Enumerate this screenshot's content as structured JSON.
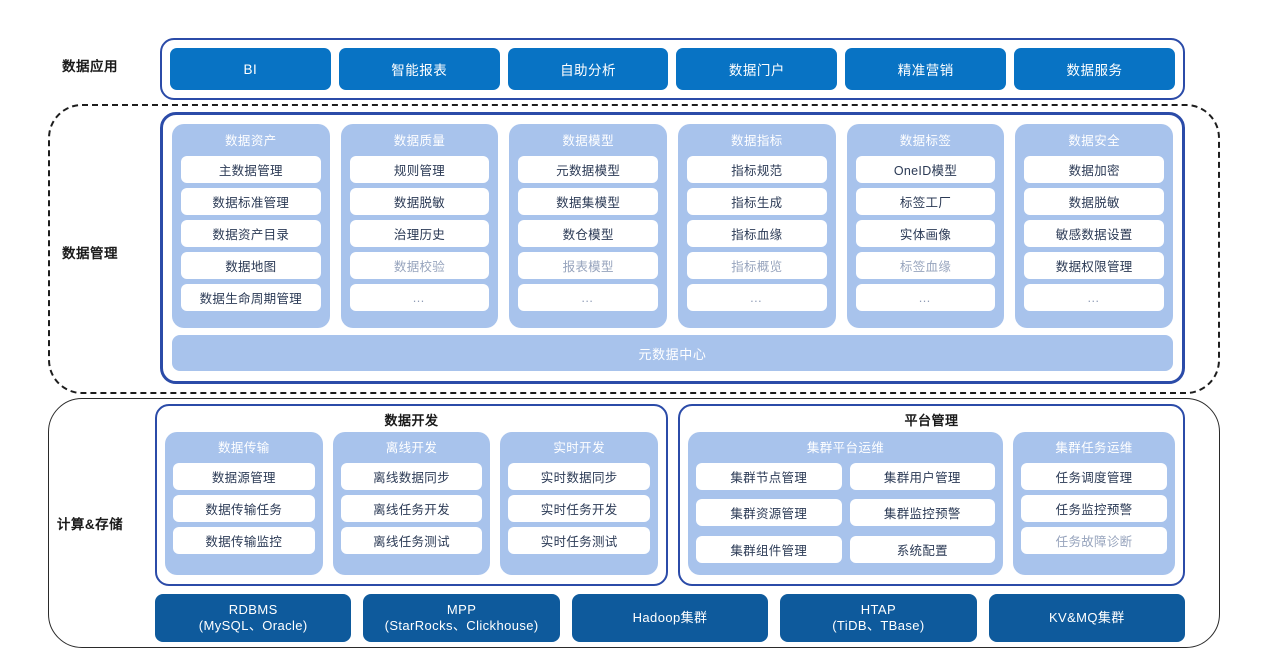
{
  "rows": {
    "application_label": "数据应用",
    "management_label": "数据管理",
    "compute_label": "计算&存储"
  },
  "application": {
    "items": [
      {
        "label": "BI"
      },
      {
        "label": "智能报表"
      },
      {
        "label": "自助分析"
      },
      {
        "label": "数据门户"
      },
      {
        "label": "精准营销"
      },
      {
        "label": "数据服务"
      }
    ]
  },
  "management": {
    "groups": [
      {
        "title": "数据资产",
        "items": [
          "主数据管理",
          "数据标准管理",
          "数据资产目录",
          "数据地图",
          "数据生命周期管理"
        ]
      },
      {
        "title": "数据质量",
        "items": [
          "规则管理",
          "数据脱敏",
          "治理历史",
          "数据校验",
          "…"
        ]
      },
      {
        "title": "数据模型",
        "items": [
          "元数据模型",
          "数据集模型",
          "数仓模型",
          "报表模型",
          "…"
        ]
      },
      {
        "title": "数据指标",
        "items": [
          "指标规范",
          "指标生成",
          "指标血缘",
          "指标概览",
          "…"
        ]
      },
      {
        "title": "数据标签",
        "items": [
          "OneID模型",
          "标签工厂",
          "实体画像",
          "标签血缘",
          "…"
        ]
      },
      {
        "title": "数据安全",
        "items": [
          "数据加密",
          "数据脱敏",
          "敏感数据设置",
          "数据权限管理",
          "…"
        ]
      }
    ],
    "meta_center": "元数据中心"
  },
  "compute": {
    "data_development": {
      "title": "数据开发",
      "subgroups": [
        {
          "title": "数据传输",
          "items": [
            "数据源管理",
            "数据传输任务",
            "数据传输监控"
          ]
        },
        {
          "title": "离线开发",
          "items": [
            "离线数据同步",
            "离线任务开发",
            "离线任务测试"
          ]
        },
        {
          "title": "实时开发",
          "items": [
            "实时数据同步",
            "实时任务开发",
            "实时任务测试"
          ]
        }
      ]
    },
    "platform_management": {
      "title": "平台管理",
      "subgroups": [
        {
          "title": "集群平台运维",
          "items": [
            "集群节点管理",
            "集群用户管理",
            "集群资源管理",
            "集群监控预警",
            "集群组件管理",
            "系统配置"
          ]
        },
        {
          "title": "集群任务运维",
          "items": [
            "任务调度管理",
            "任务监控预警",
            "任务故障诊断"
          ]
        }
      ]
    },
    "infrastructure": [
      {
        "name": "RDBMS",
        "detail": "(MySQL、Oracle)"
      },
      {
        "name": "MPP",
        "detail": "(StarRocks、Clickhouse)"
      },
      {
        "name": "Hadoop集群",
        "detail": ""
      },
      {
        "name": "HTAP",
        "detail": "(TiDB、TBase)"
      },
      {
        "name": "KV&MQ集群",
        "detail": ""
      }
    ]
  },
  "colors": {
    "app_chip": "#0873c4",
    "infra_chip": "#0e5a9c",
    "group_panel": "#a8c3ec",
    "band_border": "#2b4ba8",
    "dashed_border": "#1d1d1d"
  }
}
